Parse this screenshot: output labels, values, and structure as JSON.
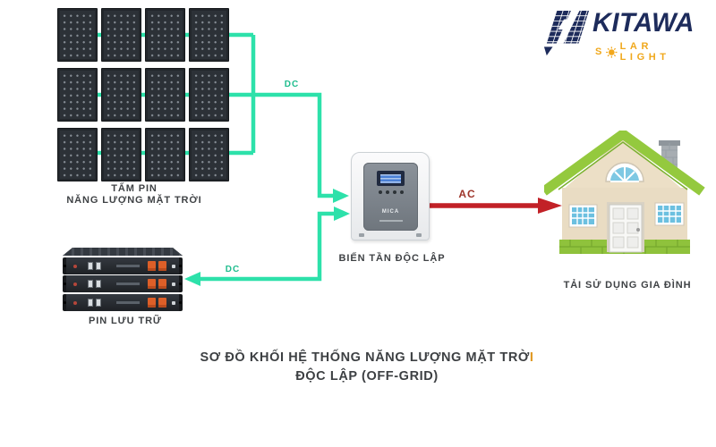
{
  "brand": {
    "name": "KITAWA",
    "tagline_first": "S",
    "tagline_rest": "LAR LIGHT"
  },
  "solar_array": {
    "rows": 3,
    "cols": 4,
    "label_line1": "TẤM PIN",
    "label_line2": "NĂNG LƯỢNG MẶT TRỜI"
  },
  "battery": {
    "modules": 3,
    "label": "PIN LƯU TRỮ"
  },
  "inverter": {
    "label": "BIẾN TẦN ĐỘC LẬP"
  },
  "house": {
    "label": "TẢI SỬ DỤNG GIA ĐÌNH"
  },
  "connections": {
    "dc_solar_label": "DC",
    "dc_battery_label": "DC",
    "ac_label": "AC"
  },
  "title": {
    "line1_main": "SƠ ĐỒ KHỐI HỆ THỐNG NĂNG LƯỢNG MẶT TRỜ",
    "line1_accent": "I",
    "line2": "ĐỘC LẬP (OFF-GRID)"
  },
  "colors": {
    "wire_dc": "#2de1aa",
    "wire_ac": "#c22127",
    "brand_navy": "#1d2b5b",
    "brand_gold": "#f0a81c",
    "roof_green": "#94c93e",
    "label_gray": "#3f4245",
    "title_accent": "#e09821"
  }
}
